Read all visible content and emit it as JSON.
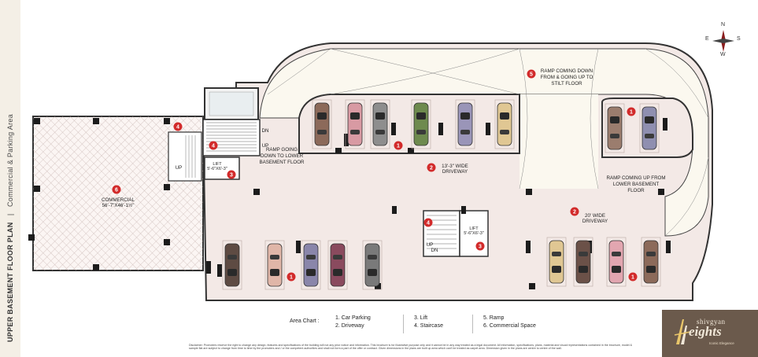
{
  "sidebar": {
    "title": "UPPER BASEMENT FLOOR PLAN",
    "subtitle": "Commercial & Parking Area"
  },
  "compass": {
    "n": "N",
    "e": "E",
    "s": "S",
    "w": "W"
  },
  "labels": {
    "ramp_down_stilt": [
      "RAMP COMING DOWN",
      "FROM & GOING UP TO",
      "STILT FLOOR"
    ],
    "ramp_down_lower": [
      "RAMP GOING",
      "DOWN TO LOWER",
      "BASEMENT FLOOR"
    ],
    "ramp_up_lower": [
      "RAMP COMING UP FROM",
      "LOWER BASEMENT",
      "FLOOR"
    ],
    "driveway_top": [
      "13'-3\" WIDE",
      "DRIVEWAY"
    ],
    "driveway_bottom": [
      "20' WIDE",
      "DRIVEWAY"
    ],
    "commercial": [
      "COMMERCIAL",
      "56'-7\"X46'-1½\""
    ],
    "lift_left": [
      "LIFT",
      "5'-6\"X6'-3\""
    ],
    "lift_right": [
      "LIFT",
      "5'-6\"X6'-3\""
    ],
    "dn": "DN",
    "up": "UP"
  },
  "markers": {
    "parking": "1",
    "driveway": "2",
    "lift": "3",
    "staircase": "4",
    "ramp": "5",
    "commercial": "6"
  },
  "area_chart": {
    "label": "Area Chart :",
    "items": [
      "1. Car Parking",
      "2. Driveway",
      "3. Lift",
      "4. Staircase",
      "5. Ramp",
      "6. Commercial Space"
    ]
  },
  "disclaimer": "Disclaimer: Promoters reserve the right to change any design, features and specifications of the building will not any prior notice and information. This brochure is for illustrative purpose only and it cannot be in any way treated as a legal document. All information, specifications, plans, material and visual representations contained in the brochure, model & sample flat are subject to change from time to time by the promoters and / or the competent authorities and shall not form a part of the offer or contract. Given dimensions in the plans are built up area which can't be treated as carpet area. Dimension given in the plans are centre to centre of the wall.",
  "logo": {
    "line1": "shivgyan",
    "line2": "eights",
    "line3": "Iconic Elegance"
  },
  "colors": {
    "floor": "#f3e9e6",
    "wall": "#1c1c1c",
    "ramp": "#fbf8ef",
    "marker": "#d22b2b",
    "logo_bg": "#6b5a4c"
  },
  "cars": {
    "top_row": [
      "#8c6a5a",
      "#d89aa3",
      "#8e8e8e",
      "#6e8a4e",
      "#9a95b8",
      "#e0c793"
    ],
    "right_pair": [
      "#9b7d6e",
      "#8f8fb0"
    ],
    "bottom_left": [
      "#5e4b43",
      "#e0b6a8",
      "#8a86aa",
      "#8a4a5e",
      "#7a7a7a"
    ],
    "bottom_right": [
      "#e0c793",
      "#6b5148",
      "#e2a6b0",
      "#8c6a5a"
    ]
  }
}
